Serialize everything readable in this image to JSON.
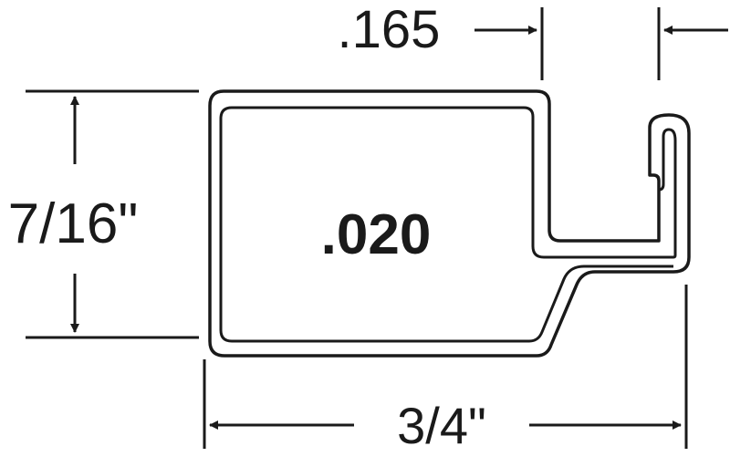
{
  "dimensions": {
    "top_gap": ".165",
    "height": "7/16\"",
    "width": "3/4\"",
    "thickness": ".020"
  },
  "colors": {
    "line": "#1a1a1a",
    "background": "#ffffff"
  }
}
